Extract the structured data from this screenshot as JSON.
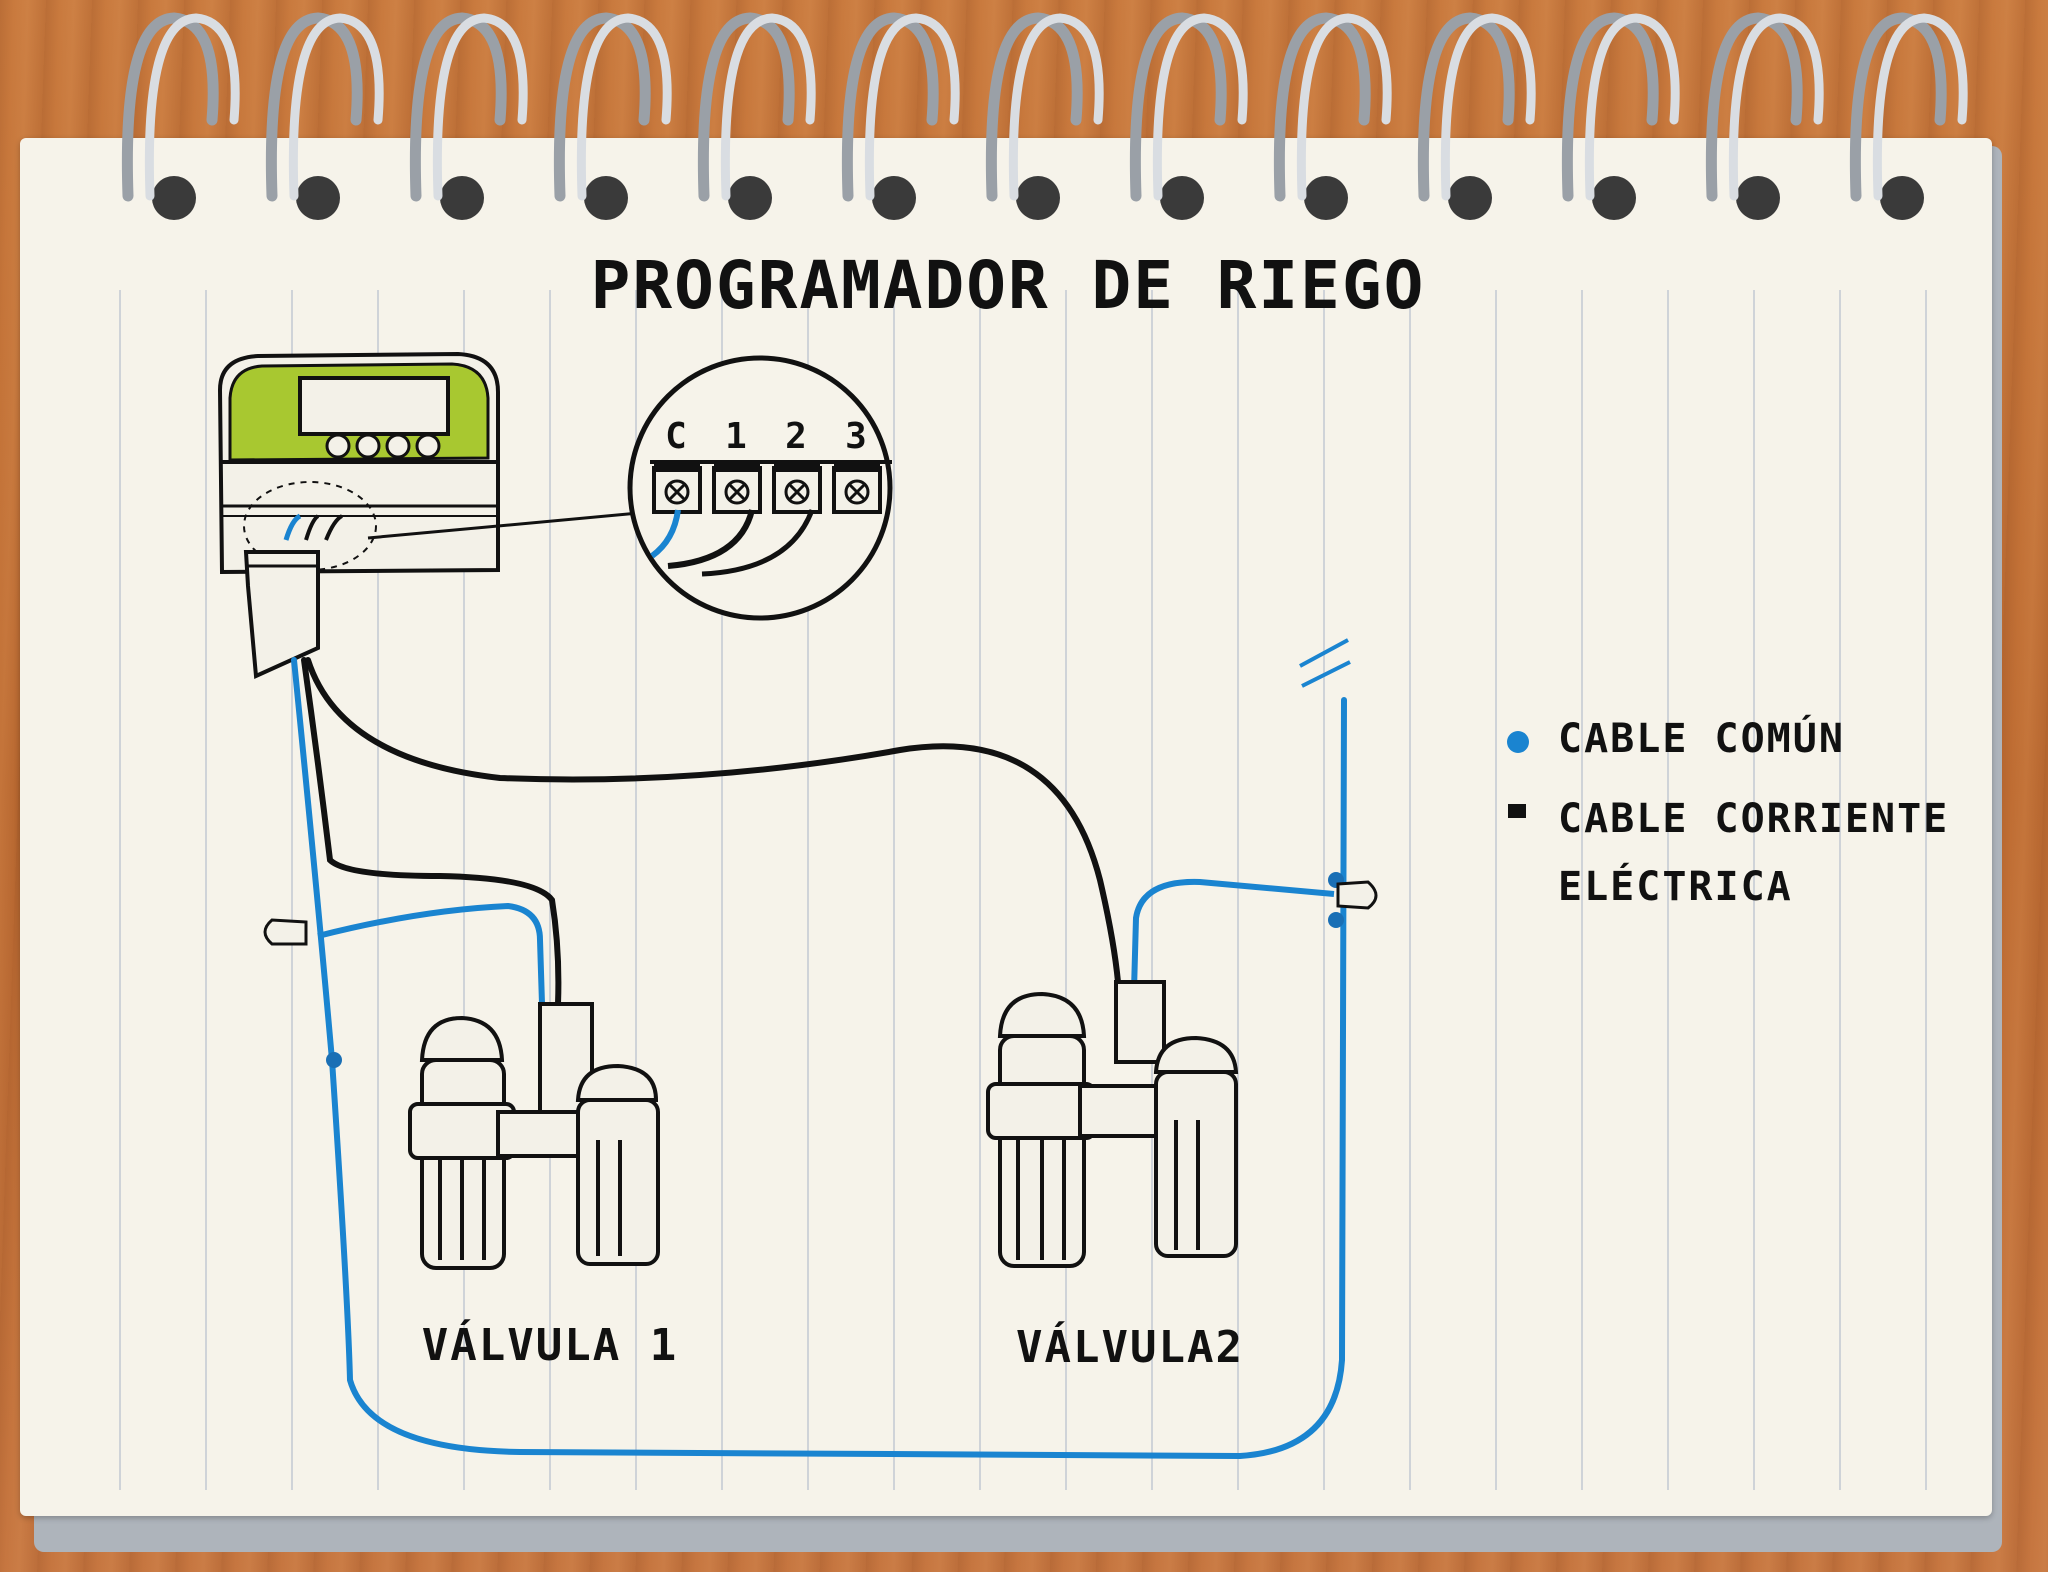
{
  "diagram": {
    "title": "PROGRAMADOR DE RIEGO",
    "terminals": [
      "C",
      "1",
      "2",
      "3"
    ],
    "valves": [
      {
        "label": "VÁLVULA 1"
      },
      {
        "label": "VÁLVULA2"
      }
    ],
    "legend": [
      {
        "label": "CABLE COMÚN",
        "color": "#1a84d0"
      },
      {
        "label": "CABLE CORRIENTE",
        "label_line2": "ELÉCTRICA",
        "color": "#111111"
      }
    ]
  },
  "colors": {
    "common_wire": "#1a84d0",
    "power_wire": "#111111",
    "controller_accent": "#a8c830",
    "paper": "#f6f3ea",
    "wood": "#c8743a",
    "ruling": "#c9cdd3"
  }
}
